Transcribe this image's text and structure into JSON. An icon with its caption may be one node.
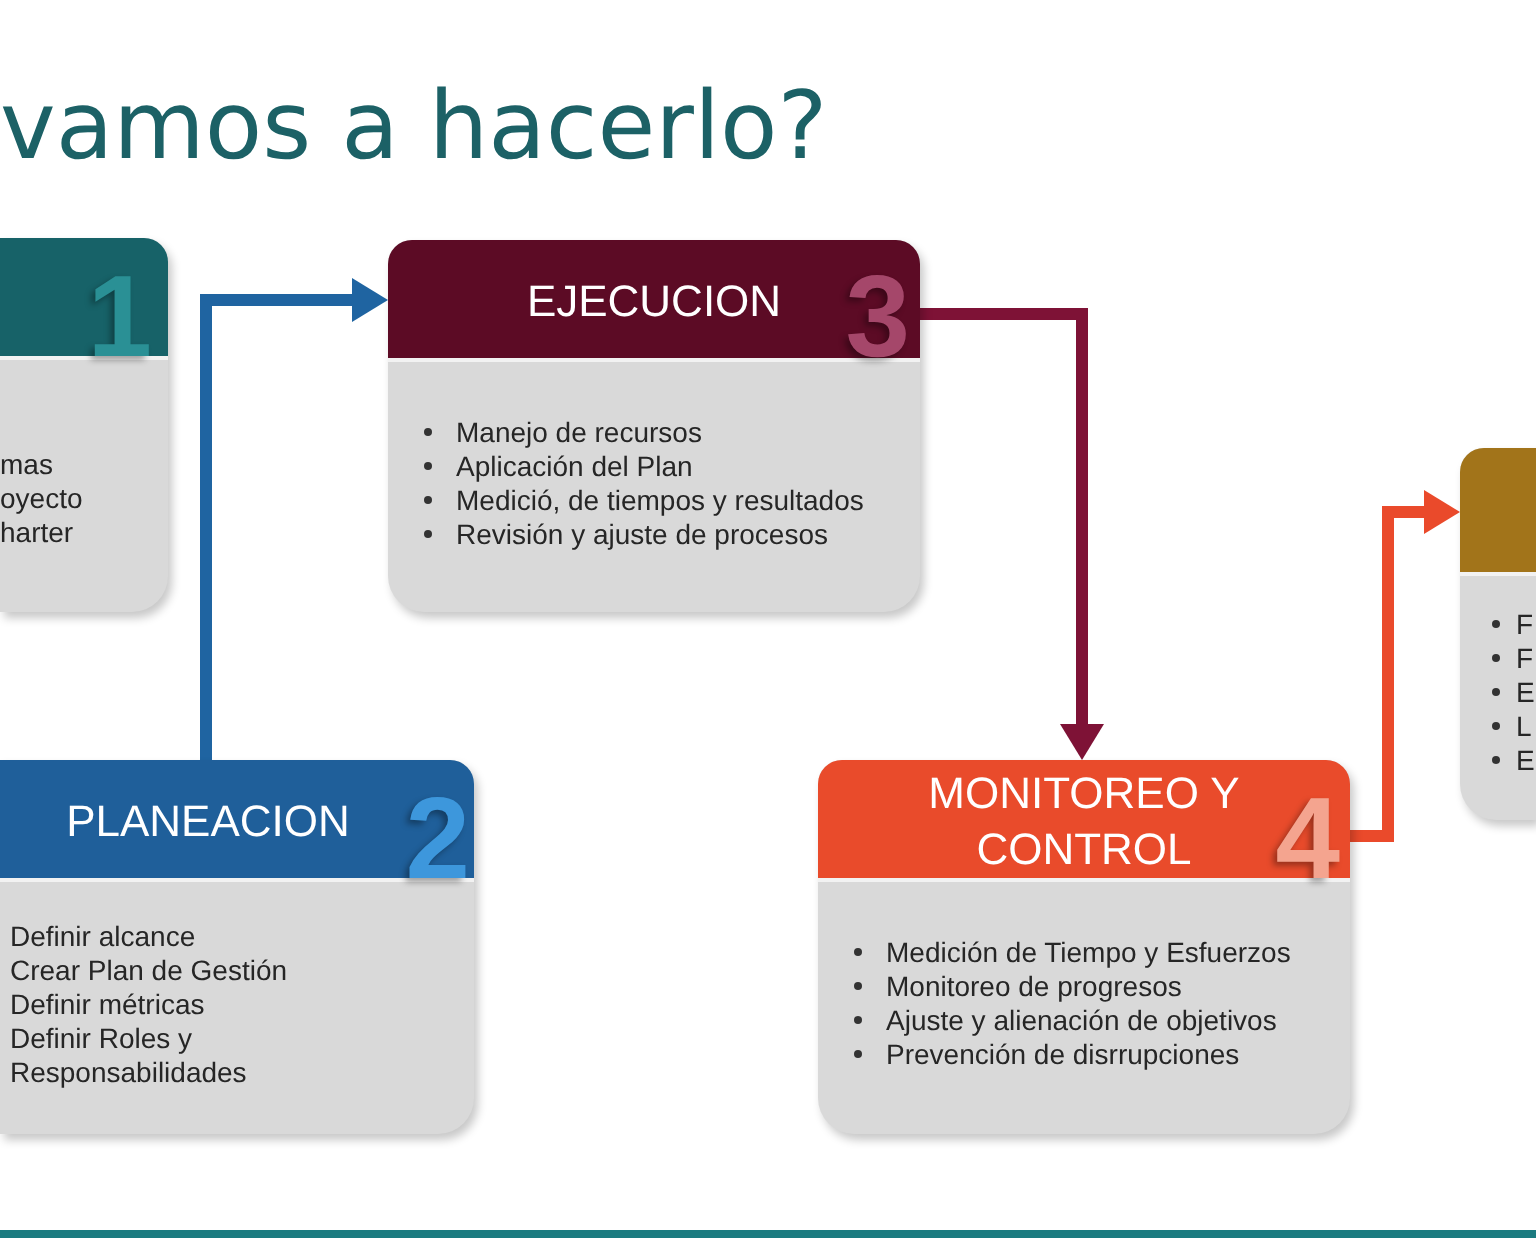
{
  "diagram": {
    "title": "vamos a hacerlo?",
    "nodes": [
      {
        "text": [
          "1",
          "mas",
          "oyecto",
          "harter"
        ]
      },
      {
        "text": [
          "PLANEACION",
          "2",
          "Definir alcance",
          "Crear Plan de Gestión",
          "Definir métricas",
          "Definir Roles y Responsabilidades"
        ]
      },
      {
        "text": [
          "EJECUCION",
          "3",
          "Manejo de recursos",
          "Aplicación del Plan",
          "Medició, de tiempos y resultados",
          "Revisión y ajuste de procesos"
        ]
      },
      {
        "text": [
          "MONITOREO Y CONTROL",
          "4",
          "Medición de Tiempo y Esfuerzos",
          "Monitoreo de progresos",
          "Ajuste y alienación de objetivos",
          "Prevención de disrrupciones"
        ]
      },
      {
        "text": [
          "F",
          "F",
          "E",
          "L",
          "E"
        ]
      }
    ],
    "edges": [
      {
        "from": 1,
        "to": 2,
        "arrow": "to",
        "color": "#1f64a1"
      },
      {
        "from": 2,
        "to": 3,
        "arrow": "to",
        "color": "#7e1236"
      },
      {
        "from": 3,
        "to": 4,
        "arrow": "to",
        "color": "#ea4a2b"
      }
    ]
  }
}
